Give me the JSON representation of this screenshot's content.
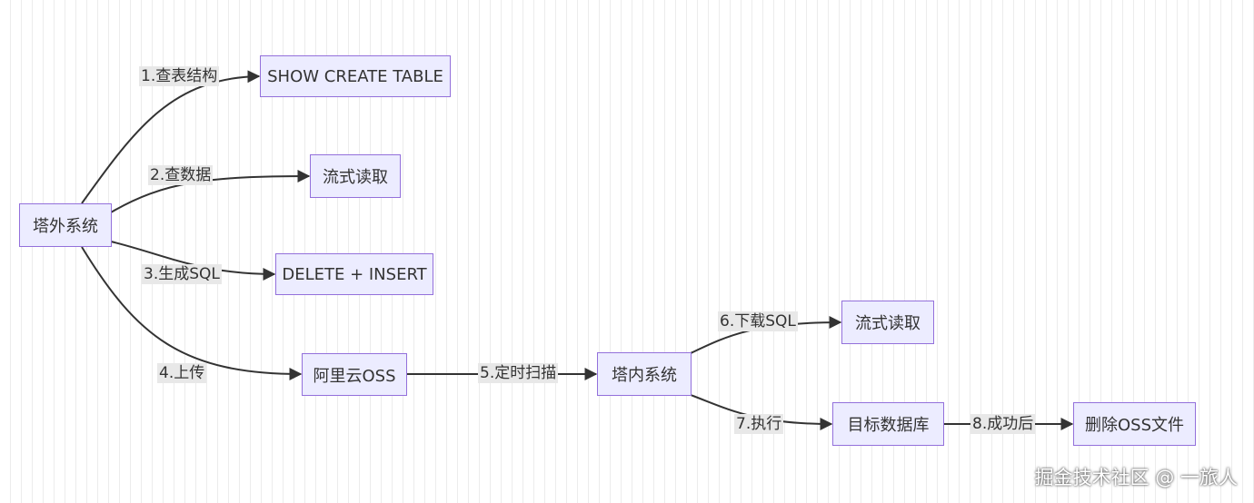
{
  "nodes": {
    "ta_wai": "塔外系统",
    "show_create": "SHOW CREATE TABLE",
    "stream_read_1": "流式读取",
    "delete_insert": "DELETE + INSERT",
    "aliyun_oss": "阿里云OSS",
    "ta_nei": "塔内系统",
    "stream_read_2": "流式读取",
    "target_db": "目标数据库",
    "delete_oss": "删除OSS文件"
  },
  "edges": {
    "e1": "1.查表结构",
    "e2": "2.查数据",
    "e3": "3.生成SQL",
    "e4": "4.上传",
    "e5": "5.定时扫描",
    "e6": "6.下载SQL",
    "e7": "7.执行",
    "e8": "8.成功后"
  },
  "watermark": "掘金技术社区 @ 一旅人"
}
